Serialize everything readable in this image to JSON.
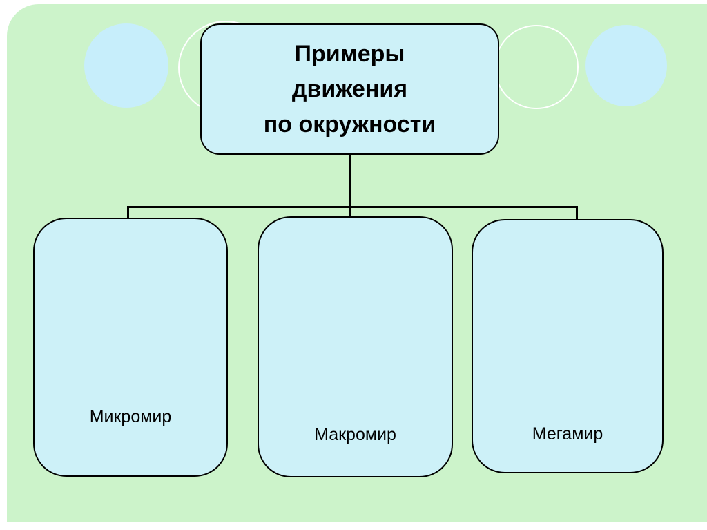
{
  "slide": {
    "title": "Примеры движения по окружности",
    "title_lines": [
      "Примеры",
      "движения",
      "по окружности"
    ],
    "nodes": [
      {
        "label": "Микромир"
      },
      {
        "label": "Макромир"
      },
      {
        "label": "Мегамир"
      }
    ],
    "colors": {
      "background_green": "#ccf3ca",
      "box_fill": "#cdf1f8",
      "circle_fill": "#c7eefb",
      "circle_outline": "#ffffff",
      "line_color": "#000000"
    }
  }
}
